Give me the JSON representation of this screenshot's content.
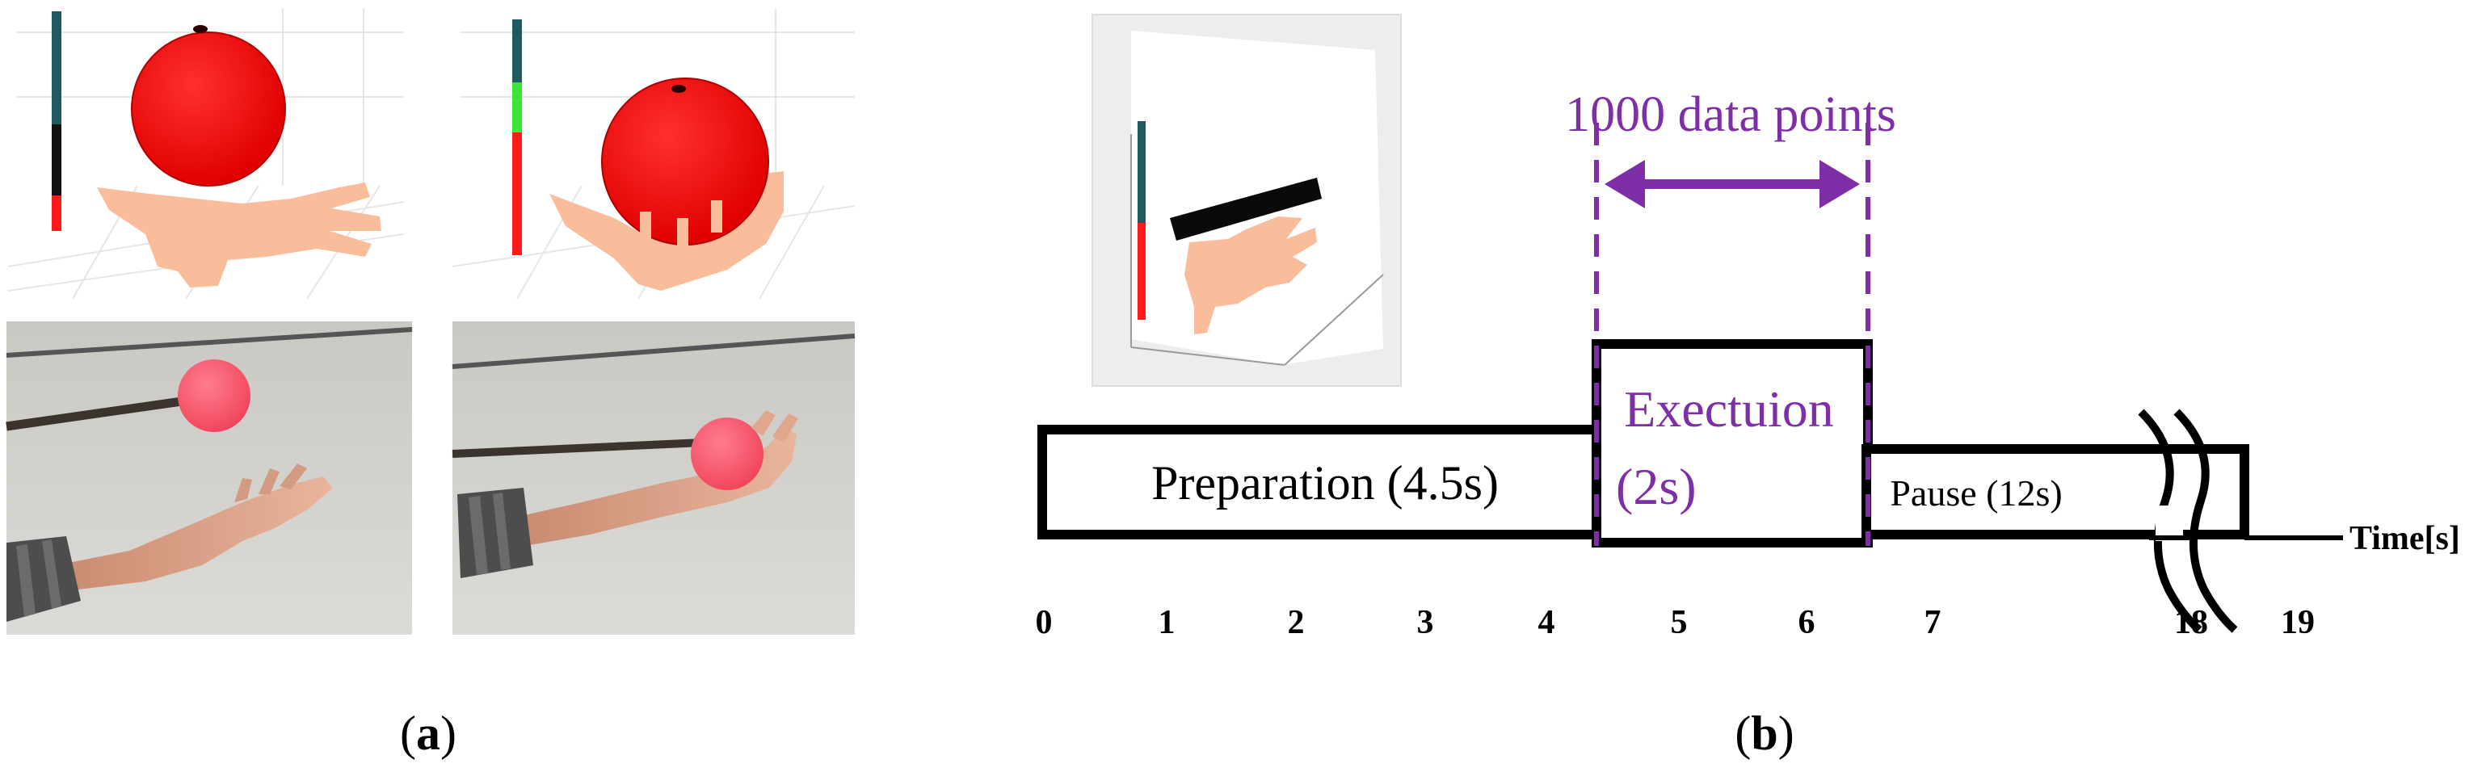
{
  "panel_a": {
    "caption_open": "(",
    "caption_letter": "a",
    "caption_close": ")"
  },
  "panel_b": {
    "caption_open": "(",
    "caption_letter": "b",
    "caption_close": ")",
    "span_label": "1000 data points",
    "phases": {
      "preparation": "Preparation (4.5s)",
      "execution_line1": "Exectuion",
      "execution_line2": "(2s)",
      "pause": "Pause (12s)"
    },
    "axis_label": "Time[s]",
    "ticks": [
      "0",
      "1",
      "2",
      "3",
      "4",
      "5",
      "6",
      "7",
      "18",
      "19"
    ]
  },
  "colors": {
    "accent_purple": "#7e2fa8",
    "ball_red": "#ff0d0d",
    "hand_skin": "#f9bd9c",
    "bar_teal": "#1f5a5e",
    "bar_green": "#39e639",
    "bar_red": "#ff1a1a",
    "photo_ball": "#ff5c72",
    "wall_grey": "#d3d2ce"
  },
  "icons": [
    "axis-break-icon",
    "double-arrow-icon"
  ]
}
